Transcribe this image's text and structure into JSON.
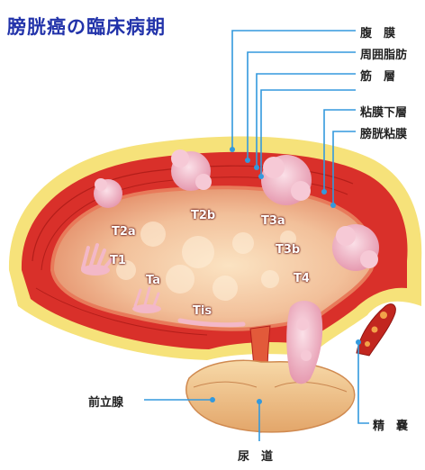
{
  "title": "膀胱癌の臨床病期",
  "layers": {
    "serosa": "腹　膜",
    "perivesical_fat": "周囲脂肪",
    "muscle": "筋　層",
    "submucosa": "粘膜下層",
    "mucosa": "膀胱粘膜"
  },
  "organs": {
    "prostate": "前立腺",
    "urethra": "尿　道",
    "seminal_vesicle": "精　嚢"
  },
  "stages": {
    "t2a": "T2a",
    "t1": "T1",
    "ta": "Ta",
    "tis": "Tis",
    "t2b": "T2b",
    "t3a": "T3a",
    "t3b": "T3b",
    "t4": "T4"
  },
  "colors": {
    "title": "#2233aa",
    "leader": "#3399dd",
    "fat": "#f6e27a",
    "muscle": "#d9302a",
    "mucosa": "#e87a5a",
    "lumen": "#f4cfa8",
    "tumor": "#f3b8c8"
  }
}
